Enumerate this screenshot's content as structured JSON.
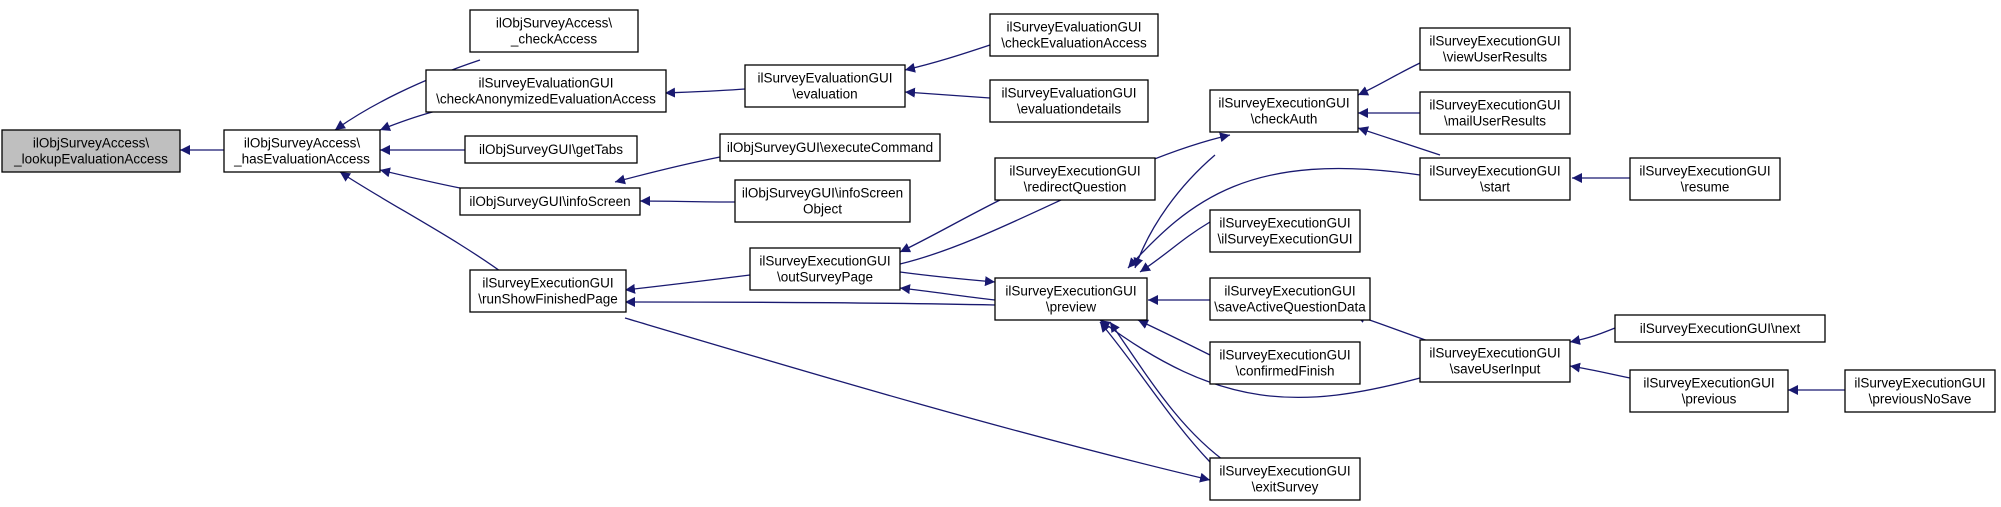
{
  "colors": {
    "edge": "#191970",
    "highlight_fill": "#bfbfbf",
    "box_stroke": "#000000"
  },
  "nodes": [
    {
      "id": "lookup",
      "lines": [
        "ilObjSurveyAccess\\",
        "_lookupEvaluationAccess"
      ],
      "highlight": true
    },
    {
      "id": "hasEval",
      "lines": [
        "ilObjSurveyAccess\\",
        "_hasEvaluationAccess"
      ]
    },
    {
      "id": "checkAccess",
      "lines": [
        "ilObjSurveyAccess\\",
        "_checkAccess"
      ]
    },
    {
      "id": "checkAnon",
      "lines": [
        "ilSurveyEvaluationGUI",
        "\\checkAnonymizedEvaluationAccess"
      ]
    },
    {
      "id": "getTabs",
      "lines": [
        "ilObjSurveyGUI\\getTabs"
      ]
    },
    {
      "id": "infoScreen",
      "lines": [
        "ilObjSurveyGUI\\infoScreen"
      ]
    },
    {
      "id": "runShow",
      "lines": [
        "ilSurveyExecutionGUI",
        "\\runShowFinishedPage"
      ]
    },
    {
      "id": "evaluation",
      "lines": [
        "ilSurveyEvaluationGUI",
        "\\evaluation"
      ]
    },
    {
      "id": "executeCommand",
      "lines": [
        "ilObjSurveyGUI\\executeCommand"
      ]
    },
    {
      "id": "infoScreenObject",
      "lines": [
        "ilObjSurveyGUI\\infoScreen",
        "Object"
      ]
    },
    {
      "id": "outSurveyPage",
      "lines": [
        "ilSurveyExecutionGUI",
        "\\outSurveyPage"
      ]
    },
    {
      "id": "checkEvalAccess",
      "lines": [
        "ilSurveyEvaluationGUI",
        "\\checkEvaluationAccess"
      ]
    },
    {
      "id": "evalDetails",
      "lines": [
        "ilSurveyEvaluationGUI",
        "\\evaluationdetails"
      ]
    },
    {
      "id": "redirectQuestion",
      "lines": [
        "ilSurveyExecutionGUI",
        "\\redirectQuestion"
      ]
    },
    {
      "id": "preview",
      "lines": [
        "ilSurveyExecutionGUI",
        "\\preview"
      ]
    },
    {
      "id": "checkAuth",
      "lines": [
        "ilSurveyExecutionGUI",
        "\\checkAuth"
      ]
    },
    {
      "id": "ctor",
      "lines": [
        "ilSurveyExecutionGUI",
        "\\ilSurveyExecutionGUI"
      ]
    },
    {
      "id": "saveActive",
      "lines": [
        "ilSurveyExecutionGUI",
        "\\saveActiveQuestionData"
      ]
    },
    {
      "id": "confirmedFinish",
      "lines": [
        "ilSurveyExecutionGUI",
        "\\confirmedFinish"
      ]
    },
    {
      "id": "exitSurvey",
      "lines": [
        "ilSurveyExecutionGUI",
        "\\exitSurvey"
      ]
    },
    {
      "id": "viewUserResults",
      "lines": [
        "ilSurveyExecutionGUI",
        "\\viewUserResults"
      ]
    },
    {
      "id": "mailUserResults",
      "lines": [
        "ilSurveyExecutionGUI",
        "\\mailUserResults"
      ]
    },
    {
      "id": "start",
      "lines": [
        "ilSurveyExecutionGUI",
        "\\start"
      ]
    },
    {
      "id": "saveUserInput",
      "lines": [
        "ilSurveyExecutionGUI",
        "\\saveUserInput"
      ]
    },
    {
      "id": "resume",
      "lines": [
        "ilSurveyExecutionGUI",
        "\\resume"
      ]
    },
    {
      "id": "next",
      "lines": [
        "ilSurveyExecutionGUI\\next"
      ]
    },
    {
      "id": "previous",
      "lines": [
        "ilSurveyExecutionGUI",
        "\\previous"
      ]
    },
    {
      "id": "previousNoSave",
      "lines": [
        "ilSurveyExecutionGUI",
        "\\previousNoSave"
      ]
    }
  ]
}
